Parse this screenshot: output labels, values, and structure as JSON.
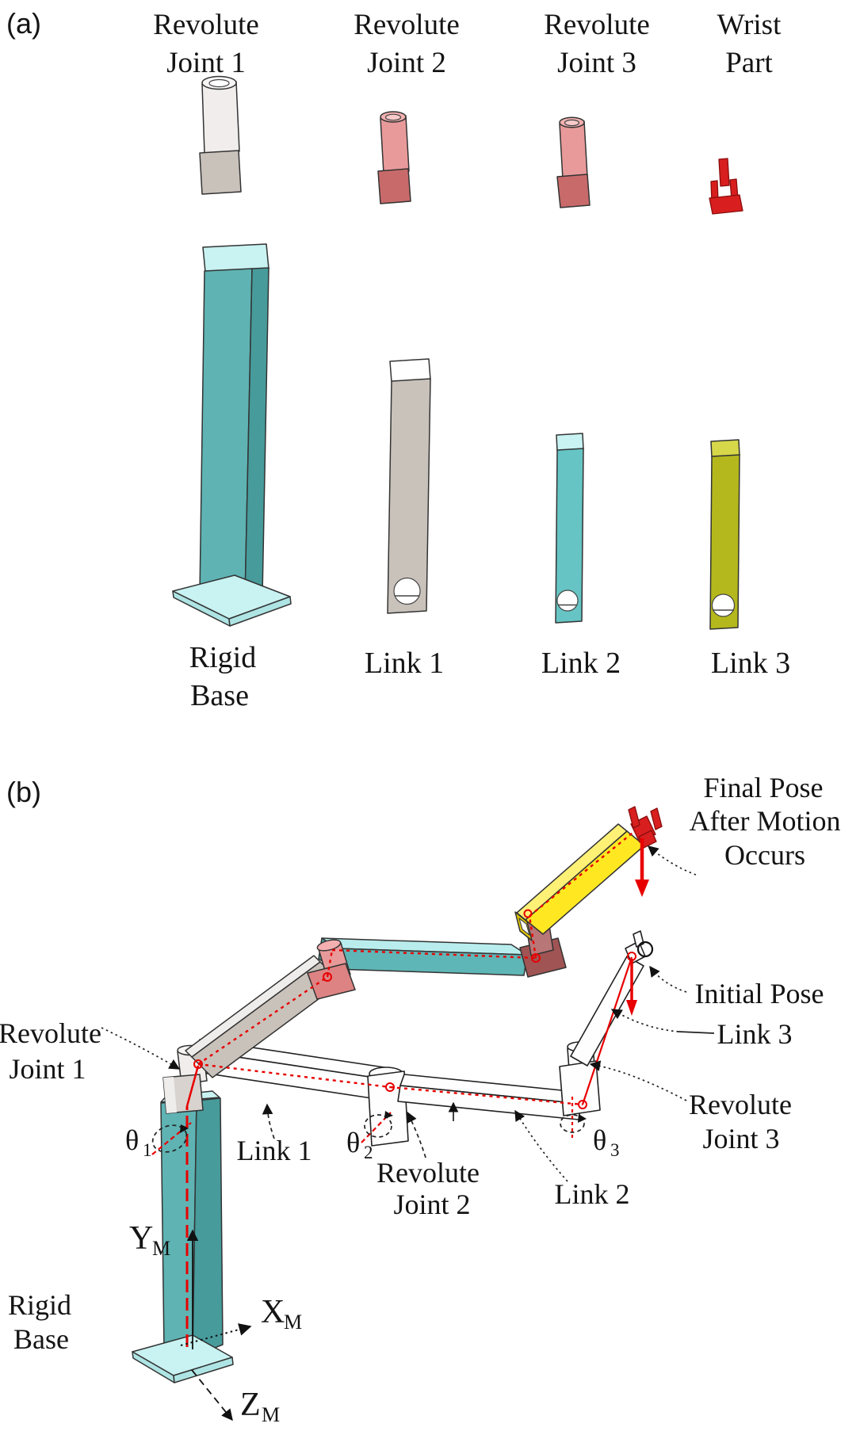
{
  "panel_a": {
    "tag": "(a)",
    "headers": [
      {
        "line1": "Revolute",
        "line2": "Joint 1"
      },
      {
        "line1": "Revolute",
        "line2": "Joint 2"
      },
      {
        "line1": "Revolute",
        "line2": "Joint 3"
      },
      {
        "line1": "Wrist",
        "line2": "Part"
      }
    ],
    "labels": {
      "rigid_base_line1": "Rigid",
      "rigid_base_line2": "Base",
      "link1": "Link 1",
      "link2": "Link 2",
      "link3": "Link 3"
    }
  },
  "panel_b": {
    "tag": "(b)",
    "final_pose_line1": "Final  Pose",
    "final_pose_line2": "After Motion",
    "final_pose_line3": "Occurs",
    "initial_pose": "Initial Pose",
    "revolute1_line1": "Revolute",
    "revolute1_line2": "Joint 1",
    "revolute2_line1": "Revolute",
    "revolute2_line2": "Joint 2",
    "revolute3_line1": "Revolute",
    "revolute3_line2": "Joint 3",
    "link1": "Link 1",
    "link2": "Link 2",
    "link3": "Link 3",
    "rigid_base_line1": "Rigid",
    "rigid_base_line2": "Base",
    "theta": "θ",
    "theta1_sub": "1",
    "theta2_sub": "2",
    "theta3_sub": "3",
    "axis_x": "X",
    "axis_y": "Y",
    "axis_z": "Z",
    "axis_sub": "M"
  },
  "colors": {
    "teal": "#5FB3B3",
    "teal_dark": "#479B9B",
    "teal_link2": "#5FB6B6",
    "teal_link2_top": "#B9EDED",
    "teal_link2_end": "#4DA5A5",
    "cyan_light": "#C9F2F2",
    "cyan_edge": "#AEE4E4",
    "gray_part": "#C9C2BB",
    "gray_light": "#EFEDEC",
    "white_part": "#F1EDED",
    "pink": "#E89A9A",
    "pink_light": "#F4B0B0",
    "pink_inner": "#F9CACA",
    "red_block": "#C96A6A",
    "salmon_block": "#DD8383",
    "maroon": "#B97676",
    "maroon_block": "#A05454",
    "maroon_top": "#C98888",
    "yellow": "#FFE822",
    "yellow_light": "#FFF176",
    "yellow_end": "#E3C900",
    "olive": "#B5B81C",
    "olive_light": "#D6D84A",
    "teal_link2a": "#66C4C4",
    "red_bright": "#D81E1E",
    "red_line": "#E80000"
  }
}
